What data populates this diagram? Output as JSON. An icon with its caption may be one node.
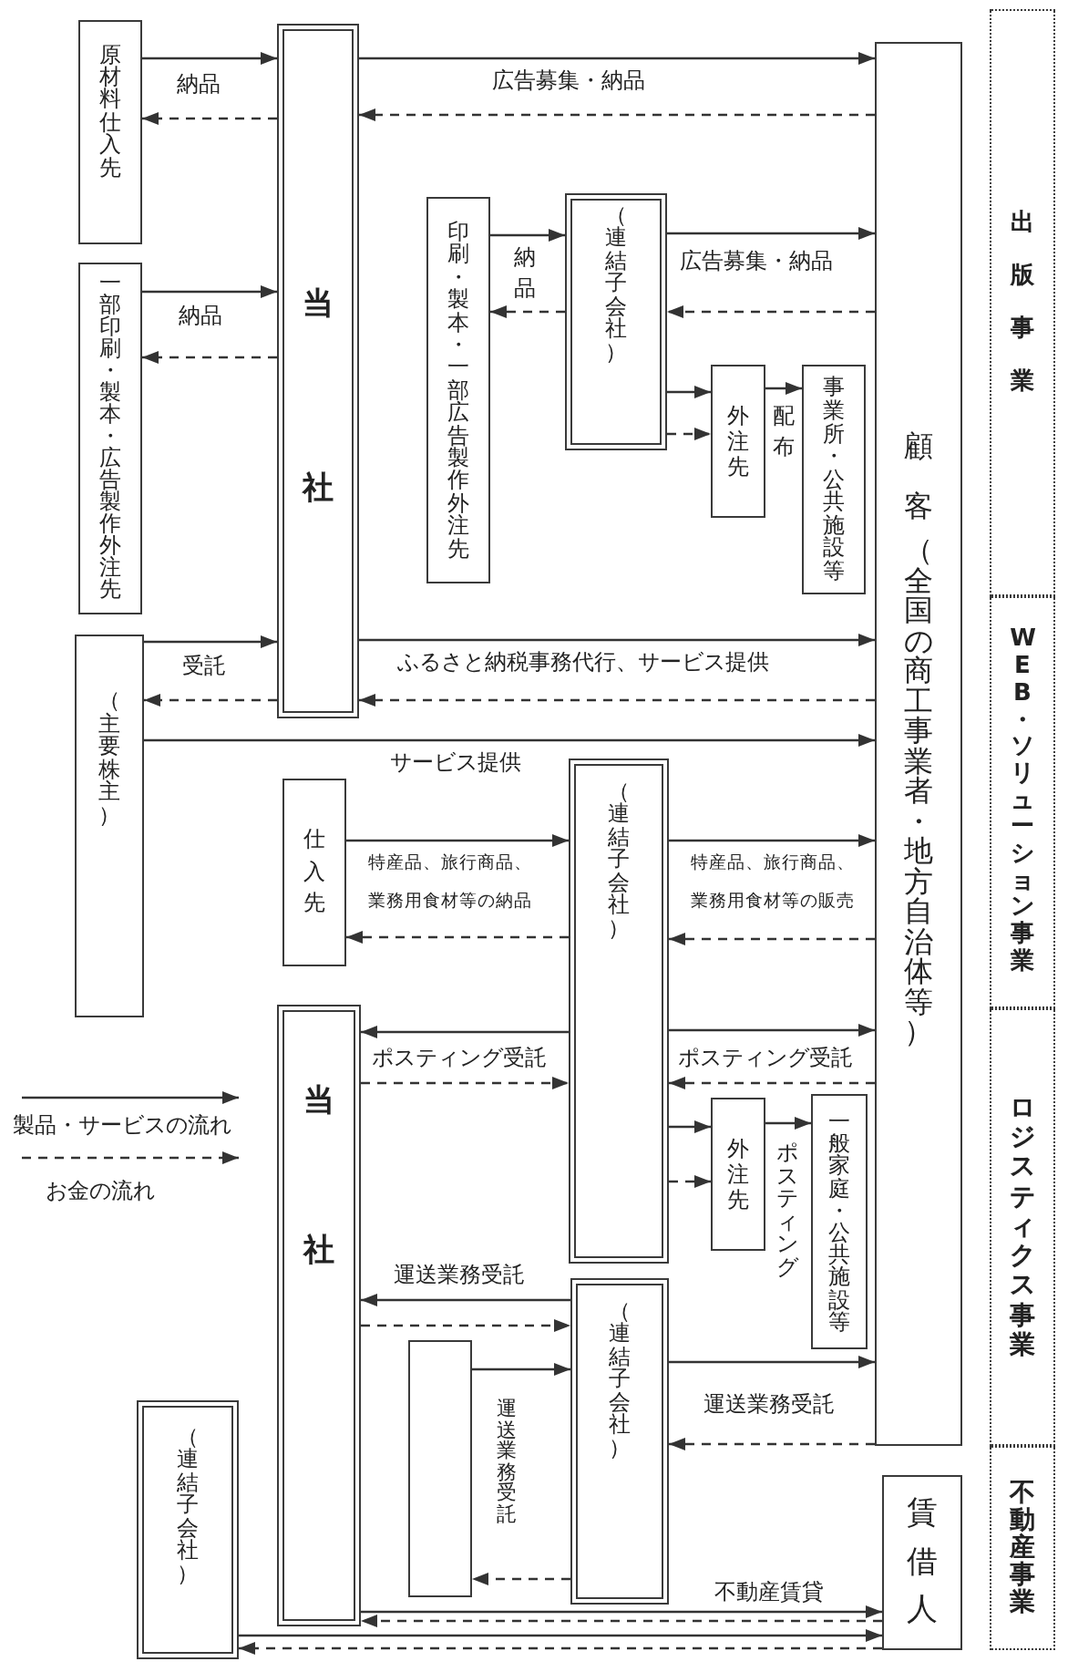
{
  "diagram": {
    "nodes": [
      {
        "text": [
          "原材料仕入先"
        ]
      },
      {
        "text": [
          "一部印刷・製本・広告製作外注先"
        ]
      },
      {
        "text": [
          "当社"
        ]
      },
      {
        "text": [
          "印刷・製本・一部広告製作外注先"
        ]
      },
      {
        "text": [
          "（連結子会社）"
        ]
      },
      {
        "text": [
          "外注先"
        ]
      },
      {
        "text": [
          "事業所・公共施設等"
        ]
      },
      {
        "text": [
          "顧客",
          "（全国の商工事業者・地方自治体等）"
        ]
      },
      {
        "text": [
          "出版事業"
        ]
      },
      {
        "text": [
          "（主要株主）"
        ]
      },
      {
        "text": [
          "仕入先"
        ]
      },
      {
        "text": [
          "（連結子会社）"
        ]
      },
      {
        "text": [
          "WEB・ソリューション事業"
        ]
      },
      {
        "text": [
          "当社"
        ]
      },
      {
        "text": [
          "外注先"
        ]
      },
      {
        "text": [
          "一般家庭・公共施設等"
        ]
      },
      {
        "text": [
          "ロジスティクス事業"
        ]
      },
      {
        "text": [],
        "shape": "box"
      },
      {
        "text": [
          "（連結子会社）"
        ]
      },
      {
        "text": [
          "（連結子会社）"
        ]
      },
      {
        "text": [
          "賃借人"
        ]
      },
      {
        "text": [
          "不動産事業"
        ]
      }
    ],
    "edges": [
      {
        "from": 0,
        "to": 2,
        "arrow": "to",
        "label": "納品"
      },
      {
        "from": 2,
        "to": 0,
        "arrow": "to",
        "style": "dashed"
      },
      {
        "from": 2,
        "to": 7,
        "arrow": "to",
        "label": "広告募集・納品"
      },
      {
        "from": 7,
        "to": 2,
        "arrow": "to",
        "style": "dashed"
      },
      {
        "from": 1,
        "to": 2,
        "arrow": "to",
        "label": "納品"
      },
      {
        "from": 2,
        "to": 1,
        "arrow": "to",
        "style": "dashed"
      },
      {
        "from": 3,
        "to": 4,
        "arrow": "to",
        "label": "納品"
      },
      {
        "from": 4,
        "to": 3,
        "arrow": "to",
        "style": "dashed"
      },
      {
        "from": 4,
        "to": 7,
        "arrow": "to",
        "label": "広告募集・納品"
      },
      {
        "from": 7,
        "to": 4,
        "arrow": "to",
        "style": "dashed"
      },
      {
        "from": 4,
        "to": 5,
        "arrow": "to"
      },
      {
        "from": 4,
        "to": 5,
        "arrow": "to",
        "style": "dashed"
      },
      {
        "from": 5,
        "to": 6,
        "arrow": "to",
        "label": "配布"
      },
      {
        "from": 9,
        "to": 2,
        "arrow": "to",
        "label": "受託"
      },
      {
        "from": 2,
        "to": 9,
        "arrow": "to",
        "style": "dashed"
      },
      {
        "from": 2,
        "to": 7,
        "arrow": "to",
        "label": "ふるさと納税事務代行、サービス提供"
      },
      {
        "from": 7,
        "to": 2,
        "arrow": "to",
        "style": "dashed"
      },
      {
        "from": 9,
        "to": 7,
        "arrow": "to",
        "label": "サービス提供"
      },
      {
        "from": 10,
        "to": 11,
        "arrow": "to",
        "label": "特産品、旅行商品、業務用食材等の納品"
      },
      {
        "from": 11,
        "to": 10,
        "arrow": "to",
        "style": "dashed"
      },
      {
        "from": 11,
        "to": 7,
        "arrow": "to",
        "label": "特産品、旅行商品、業務用食材等の販売"
      },
      {
        "from": 7,
        "to": 11,
        "arrow": "to",
        "style": "dashed"
      },
      {
        "from": 11,
        "to": 13,
        "arrow": "to",
        "label": "ポスティング受託"
      },
      {
        "from": 13,
        "to": 11,
        "arrow": "to",
        "style": "dashed"
      },
      {
        "from": 11,
        "to": 7,
        "arrow": "to",
        "label": "ポスティング受託"
      },
      {
        "from": 7,
        "to": 11,
        "arrow": "to",
        "style": "dashed"
      },
      {
        "from": 11,
        "to": 14,
        "arrow": "to"
      },
      {
        "from": 11,
        "to": 14,
        "arrow": "to",
        "style": "dashed"
      },
      {
        "from": 14,
        "to": 15,
        "arrow": "to",
        "label": "ポスティング"
      },
      {
        "from": 18,
        "to": 13,
        "arrow": "to",
        "label": "運送業務受託"
      },
      {
        "from": 13,
        "to": 18,
        "arrow": "to",
        "style": "dashed"
      },
      {
        "from": 17,
        "to": 18,
        "arrow": "to",
        "label": "運送業務受託"
      },
      {
        "from": 18,
        "to": 17,
        "arrow": "to",
        "style": "dashed"
      },
      {
        "from": 18,
        "to": 7,
        "arrow": "to",
        "label": "運送業務受託"
      },
      {
        "from": 7,
        "to": 18,
        "arrow": "to",
        "style": "dashed"
      },
      {
        "from": 13,
        "to": 20,
        "arrow": "to",
        "label": "不動産賃貸"
      },
      {
        "from": 20,
        "to": 13,
        "arrow": "to",
        "style": "dashed"
      },
      {
        "from": 19,
        "to": 20,
        "arrow": "to"
      },
      {
        "from": 20,
        "to": 19,
        "arrow": "to",
        "style": "dashed"
      }
    ],
    "legend": [
      {
        "text": "製品・サービスの流れ"
      },
      {
        "text": "お金の流れ"
      }
    ]
  }
}
